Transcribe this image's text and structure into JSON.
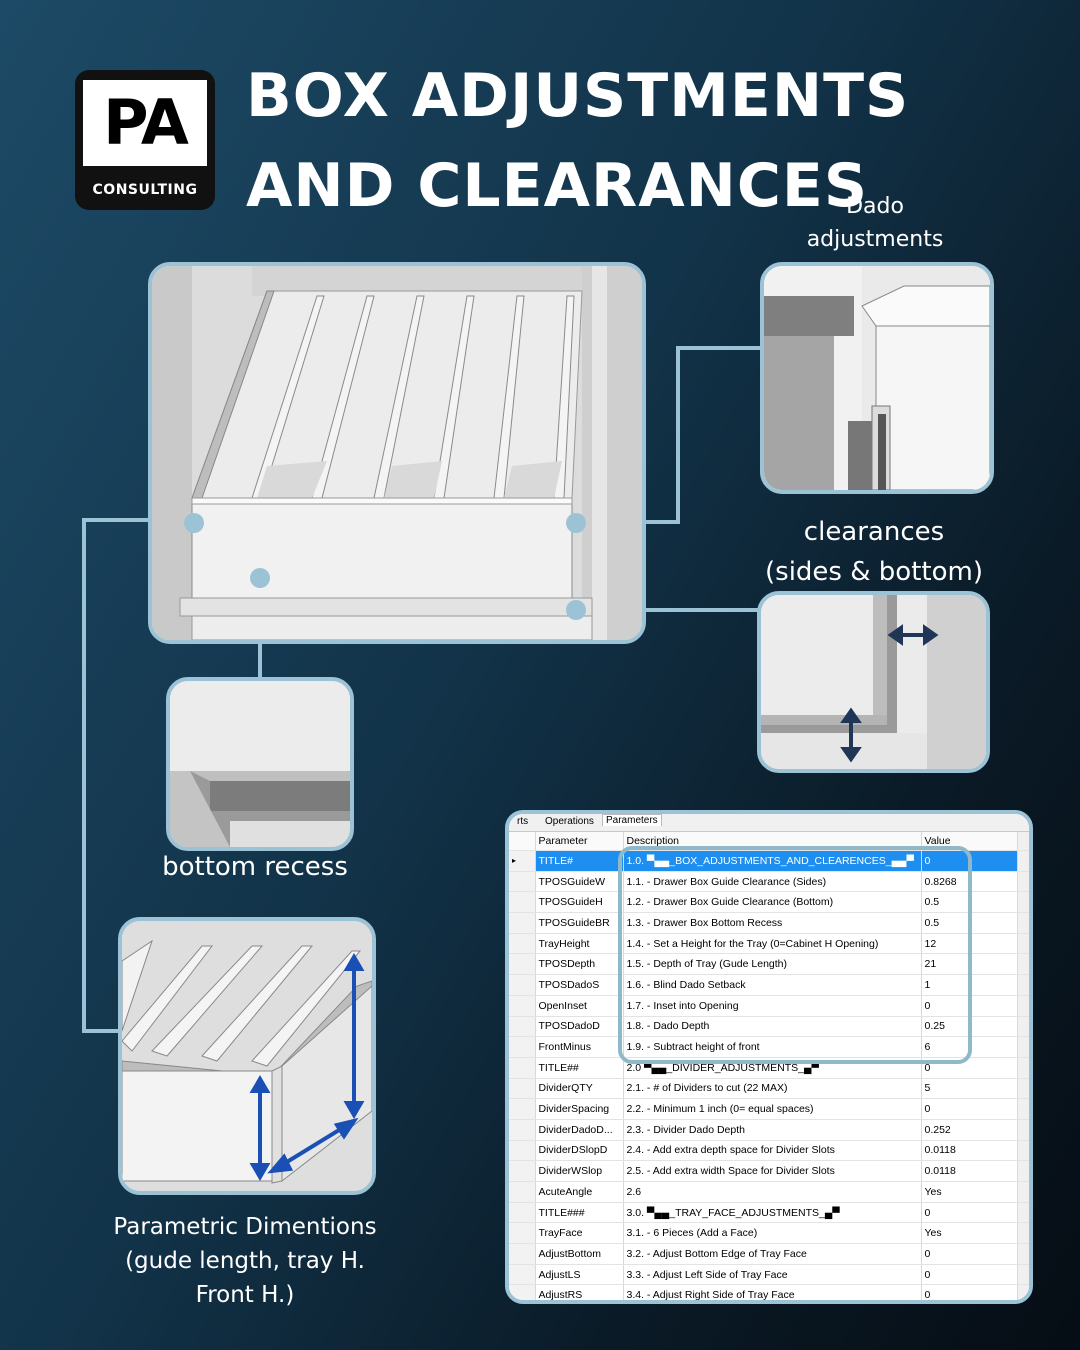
{
  "logo": {
    "main": "PA",
    "sub": "CONSULTING"
  },
  "title": {
    "line1": "BOX ADJUSTMENTS",
    "line2": "AND CLEARANCES"
  },
  "labels": {
    "dado": "Dado\nadjustments",
    "clearances": "clearances\n(sides & bottom)",
    "bottom_recess": "bottom recess",
    "parametric": "Parametric Dimentions\n(gude length, tray H.\nFront H.)"
  },
  "colors": {
    "accent": "#9cc3d5",
    "arrow_dark": "#1f3656",
    "arrow_blue": "#1a4fb5",
    "selected_row": "#1e8ff0"
  },
  "table": {
    "tabs": [
      "rts",
      "Operations",
      "Parameters"
    ],
    "active_tab": "Parameters",
    "columns": [
      "Parameter",
      "Description",
      "Value"
    ],
    "rows": [
      {
        "param": "TITLE#",
        "desc": "1.0. ▀▄▄_BOX_ADJUSTMENTS_AND_CLEARENCES_▄▄▀",
        "value": "0",
        "selected": true
      },
      {
        "param": "TPOSGuideW",
        "desc": "1.1. - Drawer Box Guide Clearance (Sides)",
        "value": "0.8268"
      },
      {
        "param": "TPOSGuideH",
        "desc": "1.2. - Drawer Box Guide Clearance (Bottom)",
        "value": "0.5"
      },
      {
        "param": "TPOSGuideBR",
        "desc": "1.3. - Drawer Box Bottom Recess",
        "value": "0.5"
      },
      {
        "param": "TrayHeight",
        "desc": "1.4. - Set a Height for the Tray (0=Cabinet H Opening)",
        "value": "12"
      },
      {
        "param": "TPOSDepth",
        "desc": "1.5. - Depth of Tray (Gude Length)",
        "value": "21"
      },
      {
        "param": "TPOSDadoS",
        "desc": "1.6. - Blind Dado Setback",
        "value": "1"
      },
      {
        "param": "OpenInset",
        "desc": "1.7. - Inset into Opening",
        "value": "0"
      },
      {
        "param": "TPOSDadoD",
        "desc": "1.8. - Dado Depth",
        "value": "0.25"
      },
      {
        "param": "FrontMinus",
        "desc": "1.9. - Subtract height of front",
        "value": "6"
      },
      {
        "param": "TITLE##",
        "desc": "2.0 ▀▄▄_DIVIDER_ADJUSTMENTS_▄▀",
        "value": "0"
      },
      {
        "param": "DividerQTY",
        "desc": "2.1. - # of Dividers to cut (22 MAX)",
        "value": "5"
      },
      {
        "param": "DividerSpacing",
        "desc": "2.2. - Minimum 1 inch (0= equal  spaces)",
        "value": "0"
      },
      {
        "param": "DividerDadoD...",
        "desc": "2.3. - Divider Dado Depth",
        "value": "0.252"
      },
      {
        "param": "DividerDSlopD",
        "desc": "2.4. - Add extra depth space for Divider Slots",
        "value": "0.0118"
      },
      {
        "param": "DividerWSlop",
        "desc": "2.5. - Add extra width Space for Divider Slots",
        "value": "0.0118"
      },
      {
        "param": "AcuteAngle",
        "desc": "2.6",
        "value": "Yes"
      },
      {
        "param": "TITLE###",
        "desc": "3.0. ▀▄▄_TRAY_FACE_ADJUSTMENTS_▄▀",
        "value": "0"
      },
      {
        "param": "TrayFace",
        "desc": "3.1. - 6 Pieces (Add a Face)",
        "value": "Yes"
      },
      {
        "param": "AdjustBottom",
        "desc": "3.2. - Adjust Bottom Edge of Tray Face",
        "value": "0"
      },
      {
        "param": "AdjustLS",
        "desc": "3.3. - Adjust Left Side of Tray Face",
        "value": "0"
      },
      {
        "param": "AdjustRS",
        "desc": "3.4. - Adjust Right Side of Tray Face",
        "value": "0"
      }
    ]
  }
}
